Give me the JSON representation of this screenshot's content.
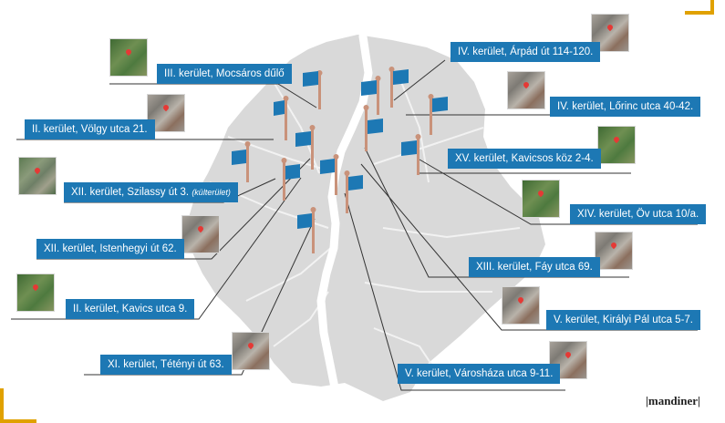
{
  "colors": {
    "label_bg": "#1d78b4",
    "flag": "#1d78b4",
    "pole": "#c9927a",
    "map_fill": "#d9d9d9",
    "river": "#ffffff",
    "accent": "#e0a100"
  },
  "locations": [
    {
      "district": "IV. kerület",
      "address": "Árpád út 114-120.",
      "note": ""
    },
    {
      "district": "III. kerület",
      "address": "Mocsáros dűlő",
      "note": ""
    },
    {
      "district": "IV. kerület",
      "address": "Lőrinc utca 40-42.",
      "note": ""
    },
    {
      "district": "II. kerület",
      "address": "Völgy utca 21.",
      "note": ""
    },
    {
      "district": "XV. kerület",
      "address": "Kavicsos köz 2-4.",
      "note": ""
    },
    {
      "district": "XII. kerület",
      "address": "Szilassy út 3.",
      "note": "(külterület)"
    },
    {
      "district": "XIV. kerület",
      "address": "Öv utca 10/a.",
      "note": ""
    },
    {
      "district": "XII. kerület",
      "address": "Istenhegyi út 62.",
      "note": ""
    },
    {
      "district": "XIII. kerület",
      "address": "Fáy utca 69.",
      "note": ""
    },
    {
      "district": "II. kerület",
      "address": "Kavics utca 9.",
      "note": ""
    },
    {
      "district": "V. kerület",
      "address": "Királyi Pál utca 5-7.",
      "note": ""
    },
    {
      "district": "XI. kerület",
      "address": "Tétényi út 63.",
      "note": ""
    },
    {
      "district": "V. kerület",
      "address": "Városháza utca 9-11.",
      "note": ""
    }
  ],
  "brand": {
    "text": "mandiner"
  }
}
